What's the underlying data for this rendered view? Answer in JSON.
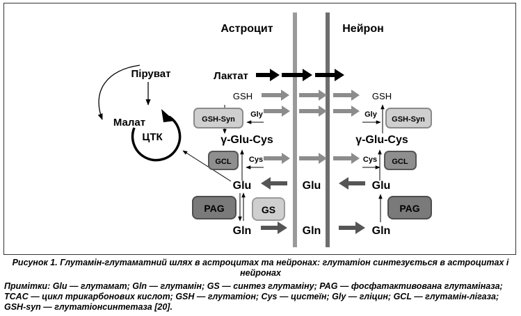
{
  "figure": {
    "headers": {
      "astrocyte": "Астроцит",
      "neuron": "Нейрон"
    },
    "tca": {
      "pyruvate": "Піруват",
      "malate": "Малат",
      "cycle": "ЦТК"
    },
    "metabolites": {
      "lactate": "Лактат",
      "gsh_left": "GSH",
      "gsh_right": "GSH",
      "gly_left": "Gly",
      "gly_right": "Gly",
      "gglucys_left": "γ-Glu-Cys",
      "gglucys_right": "γ-Glu-Cys",
      "cys_left": "Cys",
      "cys_right": "Cys",
      "glu_left": "Glu",
      "glu_mid": "Glu",
      "glu_right": "Glu",
      "gln_left": "Gln",
      "gln_mid": "Gln",
      "gln_right": "Gln"
    },
    "enzymes": {
      "gshsyn_left": "GSH-Syn",
      "gshsyn_right": "GSH-Syn",
      "gcl_left": "GCL",
      "gcl_right": "GCL",
      "pag_left": "PAG",
      "pag_right": "PAG",
      "gs": "GS"
    },
    "colors": {
      "membrane_astro": "#9a9a9a",
      "membrane_neuron": "#6e6e6e",
      "arrow_black": "#000000",
      "arrow_gray": "#8c8c8c",
      "arrow_dark": "#555555",
      "enzyme_light": "#cfcfcf",
      "enzyme_mid": "#8f8f8f",
      "enzyme_dark": "#7a7a7a"
    }
  },
  "caption": "Рисунок 1. Глутамін-глутаматний шлях в астроцитах та нейронах: глутатіон синтезується в астроцитах і нейронах",
  "notes": "Примітки: Glu — глутамат; Gln — глутамін; GS — синтез глутаміну; PAG — фосфатактивована глутаміназа; TCAC — цикл трикарбонових кислот; GSH — глутатіон; Cys — цистеїн; Gly — гліцин; GCL — глутамін-лігаза; GSH-syn — глутатіонсинтетаза [20]."
}
